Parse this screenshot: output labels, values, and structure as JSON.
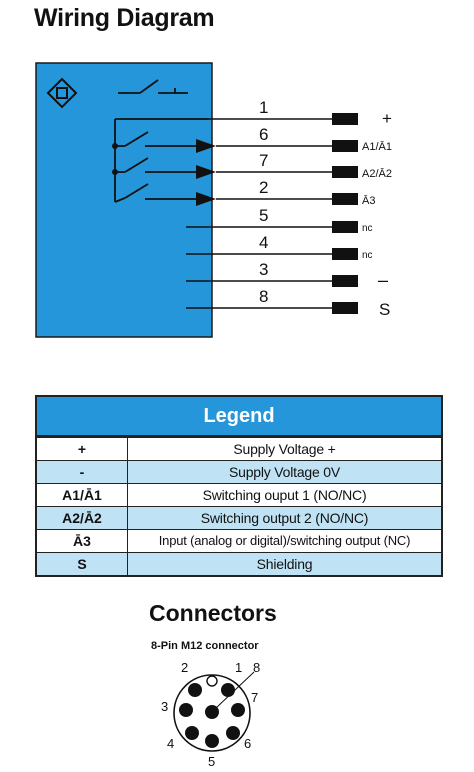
{
  "header": {
    "title": "Wiring Diagram"
  },
  "wiring": {
    "sensor_color": "#2596d9",
    "pins": [
      {
        "number": "1",
        "signal": "+"
      },
      {
        "number": "6",
        "signal": "A1/Ā1"
      },
      {
        "number": "7",
        "signal": "A2/Ā2"
      },
      {
        "number": "2",
        "signal": "Ā3"
      },
      {
        "number": "5",
        "signal": "nc"
      },
      {
        "number": "4",
        "signal": "nc"
      },
      {
        "number": "3",
        "signal": "–"
      },
      {
        "number": "8",
        "signal": "S"
      }
    ]
  },
  "legend": {
    "title": "Legend",
    "rows": [
      {
        "symbol": "+",
        "description": "Supply Voltage +"
      },
      {
        "symbol": "-",
        "description": "Supply Voltage 0V"
      },
      {
        "symbol": "A1/Ā1",
        "description": "Switching ouput 1 (NO/NC)"
      },
      {
        "symbol": "A2/Ā2",
        "description": "Switching output 2 (NO/NC)"
      },
      {
        "symbol": "Ā3",
        "description": "Input (analog or digital)/switching output (NC)"
      },
      {
        "symbol": "S",
        "description": "Shielding"
      }
    ]
  },
  "connectors": {
    "title": "Connectors",
    "subtitle": "8-Pin M12 connector",
    "pin_labels": [
      "1",
      "2",
      "3",
      "4",
      "5",
      "6",
      "7",
      "8"
    ]
  }
}
